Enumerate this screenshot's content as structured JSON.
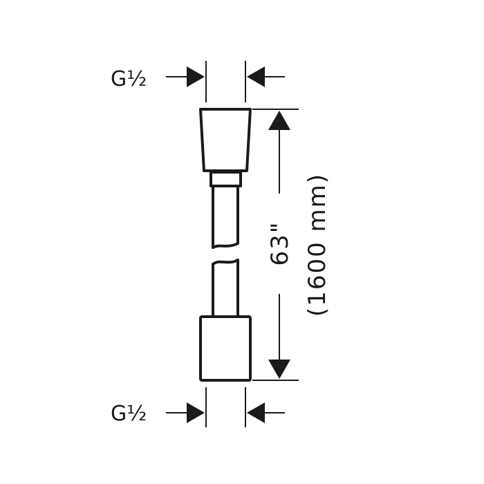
{
  "top_thread_label": "G½",
  "bottom_thread_label": "G½",
  "length_imperial": "63\"",
  "length_metric": "(1600 mm)",
  "colors": {
    "line": "#1a1a1a",
    "background": "#ffffff"
  }
}
